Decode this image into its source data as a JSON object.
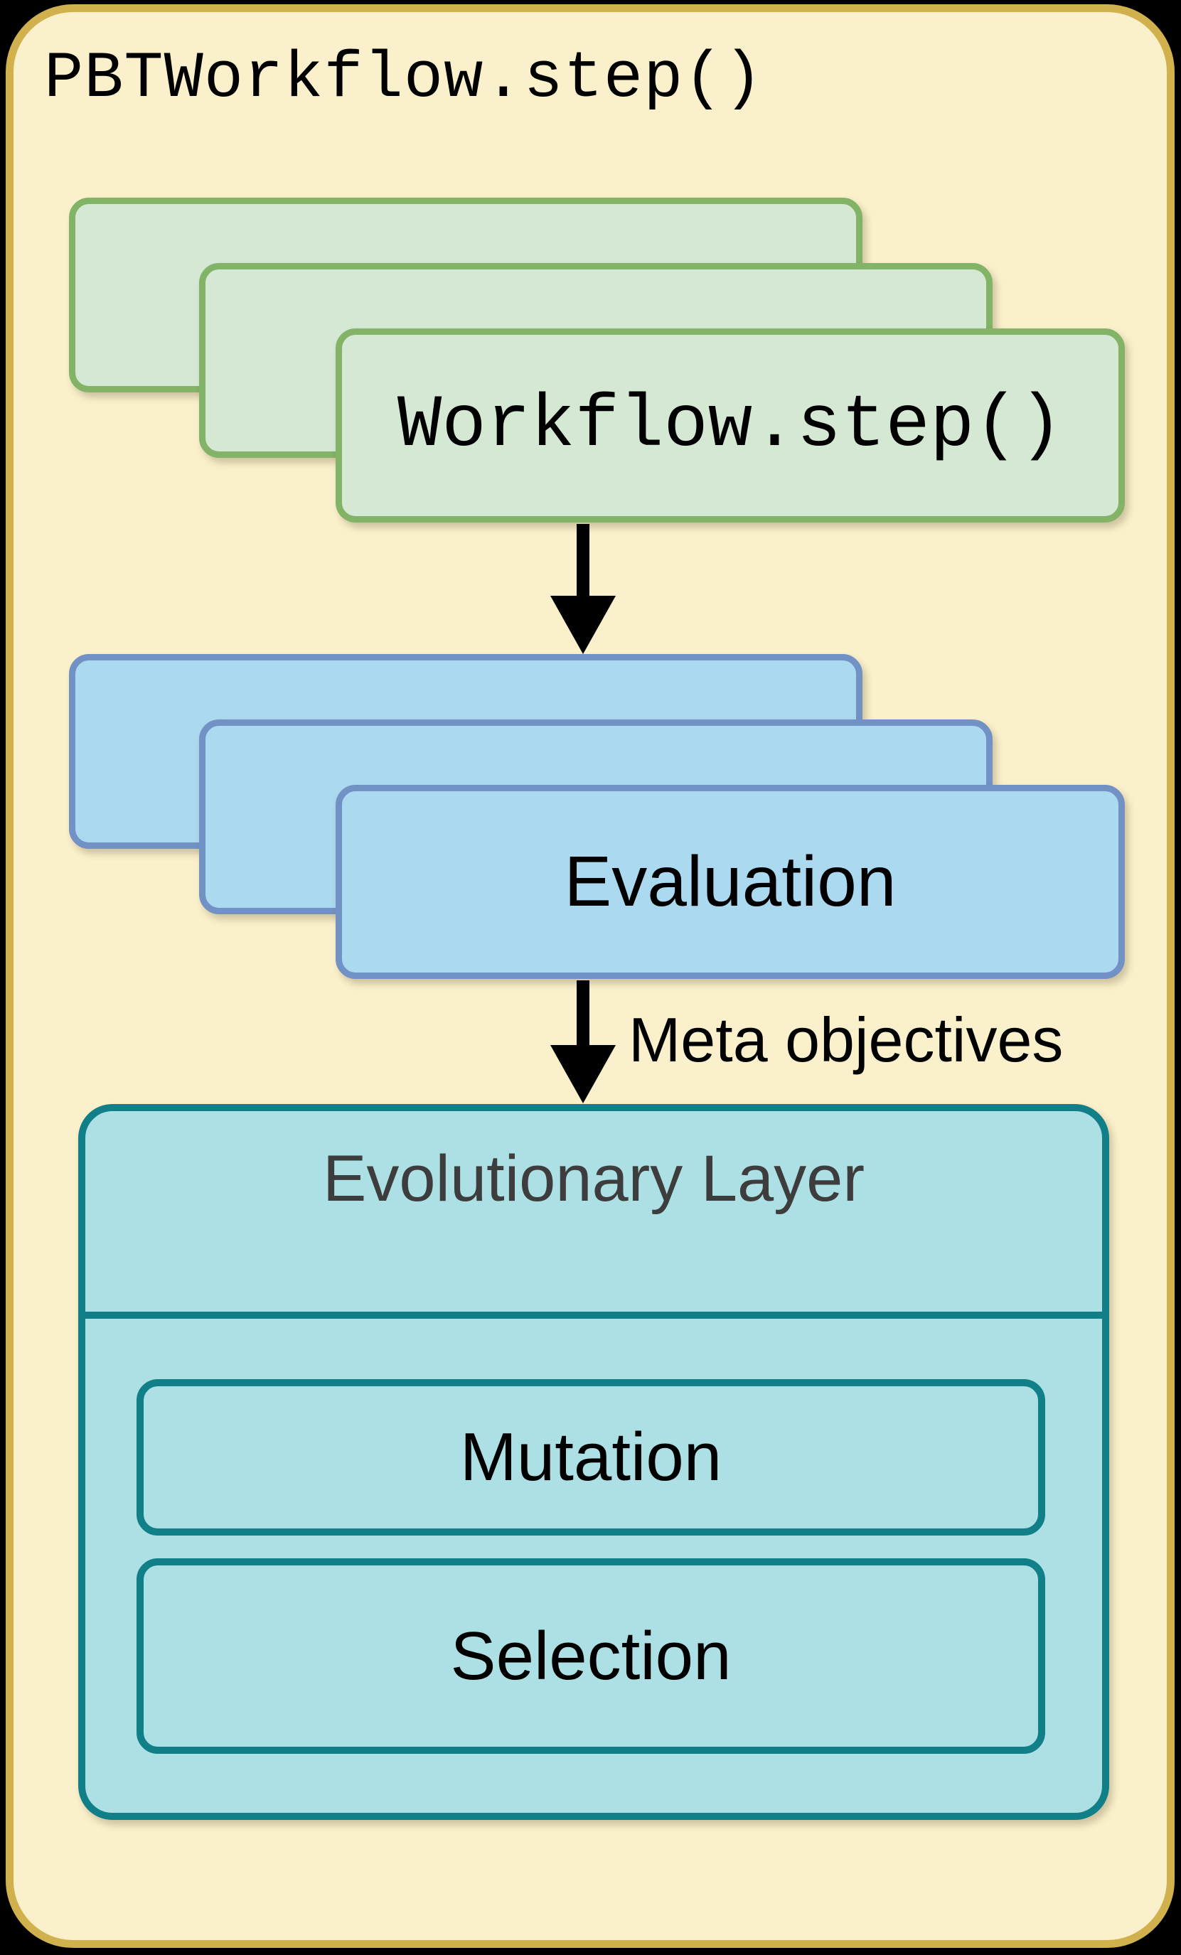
{
  "diagram": {
    "title": "PBTWorkflow.step()",
    "workflow_stack": {
      "stack_count": 3,
      "front_label": "Workflow.step()"
    },
    "evaluation_stack": {
      "stack_count": 3,
      "front_label": "Evaluation"
    },
    "arrows": {
      "workflow_to_evaluation_icon": "down-arrow-icon",
      "evaluation_to_evolutionary_icon": "down-arrow-icon",
      "evaluation_to_evolutionary_label": "Meta objectives"
    },
    "evolutionary_layer": {
      "title": "Evolutionary Layer",
      "mutation_label": "Mutation",
      "selection_label": "Selection"
    }
  },
  "colors": {
    "canvas-bg": "#000000",
    "outer-fill": "#faf0cb",
    "outer-border": "#d1b14e",
    "green-fill": "#d5e8d4",
    "green-border": "#82b366",
    "blue-fill": "#abd9f0",
    "blue-border": "#7291c4",
    "teal-fill": "#ace0e4",
    "teal-border": "#117f88",
    "header-text": "#3d3d3d",
    "arrow-color": "#000000",
    "text-color": "#000000"
  }
}
